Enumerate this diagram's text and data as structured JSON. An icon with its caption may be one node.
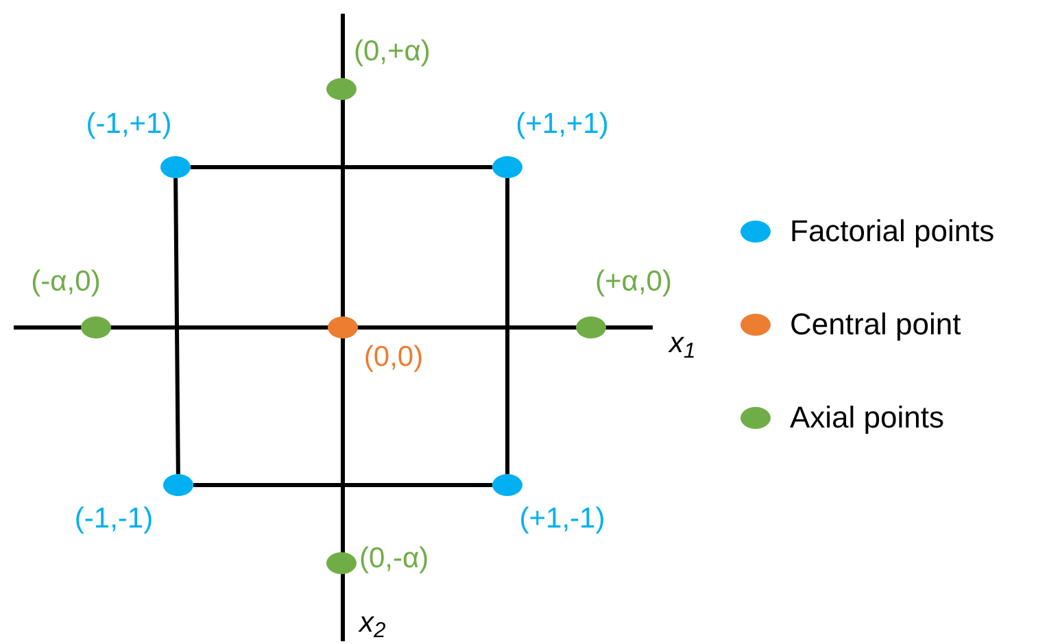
{
  "diagram": {
    "nodes": [
      {
        "text": [],
        "shape": "circle",
        "beside": [
          "(0,+α)"
        ]
      },
      {
        "text": [],
        "shape": "circle",
        "beside": [
          "(-1,+1)"
        ]
      },
      {
        "text": [],
        "shape": "circle",
        "beside": [
          "(+1,+1)"
        ]
      },
      {
        "text": [],
        "shape": "circle",
        "beside": [
          "(-α,0)"
        ]
      },
      {
        "text": [],
        "shape": "circle",
        "beside": [
          "(0,0)"
        ]
      },
      {
        "text": [],
        "shape": "circle",
        "beside": [
          "(+α,0)"
        ]
      },
      {
        "text": [],
        "shape": "circle",
        "beside": [
          "(-1,-1)"
        ]
      },
      {
        "text": [],
        "shape": "circle",
        "beside": [
          "(+1,-1)"
        ]
      },
      {
        "text": [],
        "shape": "circle",
        "beside": [
          "(0,-α)"
        ]
      }
    ],
    "edges": [
      {
        "from": 1,
        "to": 2,
        "arrow": "none"
      },
      {
        "from": 2,
        "to": 7,
        "arrow": "none"
      },
      {
        "from": 7,
        "to": 6,
        "arrow": "none"
      },
      {
        "from": 6,
        "to": 1,
        "arrow": "none"
      }
    ],
    "labels": [
      "x$_{1}$",
      "x$_{2}$"
    ],
    "legend": [
      {
        "text": "Factorial points",
        "color": "#00b0f0"
      },
      {
        "text": "Central point",
        "color": "#ed7d31"
      },
      {
        "text": "Axial points",
        "color": "#70ad47"
      }
    ]
  }
}
